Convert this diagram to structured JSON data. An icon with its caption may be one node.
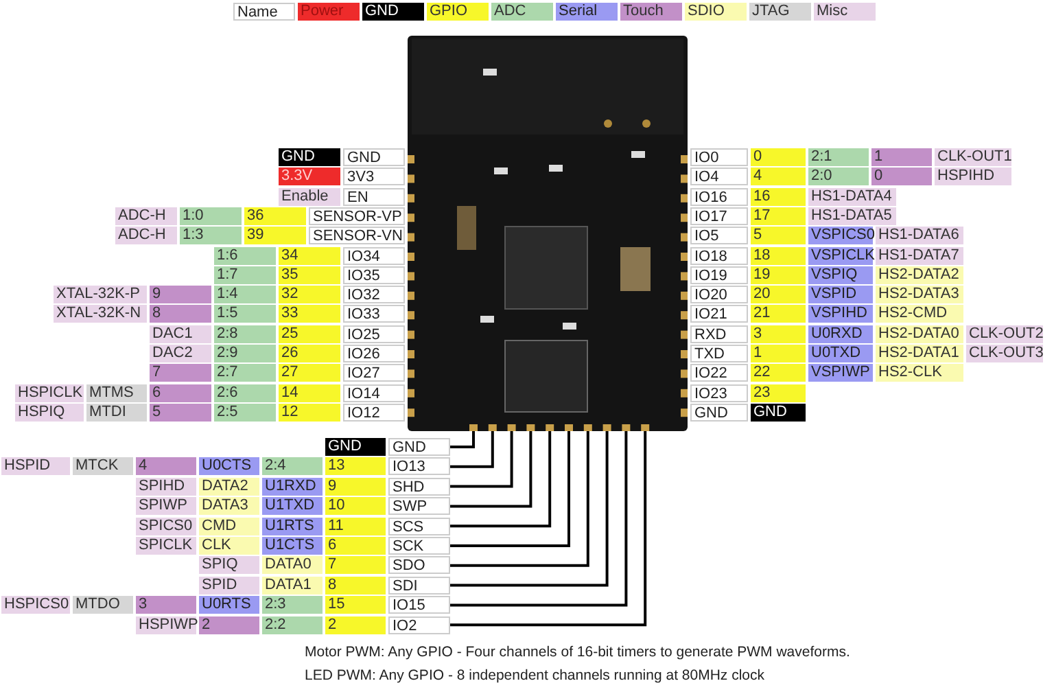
{
  "diagram": {
    "nodes": [
      {
        "text": [],
        "shape": "picture"
      },
      {
        "text": [
          "GND"
        ]
      },
      {
        "text": [
          "3V3"
        ]
      },
      {
        "text": [
          "EN"
        ]
      },
      {
        "text": [
          "SENSOR-VP"
        ]
      },
      {
        "text": [
          "SENSOR-VN"
        ]
      },
      {
        "text": [
          "IO34"
        ]
      },
      {
        "text": [
          "IO35"
        ]
      },
      {
        "text": [
          "IO32"
        ]
      },
      {
        "text": [
          "IO33"
        ]
      },
      {
        "text": [
          "IO25"
        ]
      },
      {
        "text": [
          "IO26"
        ]
      },
      {
        "text": [
          "IO27"
        ]
      },
      {
        "text": [
          "IO14"
        ]
      },
      {
        "text": [
          "IO12"
        ]
      },
      {
        "text": [
          "IO0"
        ]
      },
      {
        "text": [
          "IO4"
        ]
      },
      {
        "text": [
          "IO16"
        ]
      },
      {
        "text": [
          "IO17"
        ]
      },
      {
        "text": [
          "IO5"
        ]
      },
      {
        "text": [
          "IO18"
        ]
      },
      {
        "text": [
          "IO19"
        ]
      },
      {
        "text": [
          "IO20"
        ]
      },
      {
        "text": [
          "IO21"
        ]
      },
      {
        "text": [
          "RXD"
        ]
      },
      {
        "text": [
          "TXD"
        ]
      },
      {
        "text": [
          "IO22"
        ]
      },
      {
        "text": [
          "IO23"
        ]
      },
      {
        "text": [
          "GND"
        ]
      },
      {
        "text": [
          "GND"
        ]
      },
      {
        "text": [
          "IO13"
        ]
      },
      {
        "text": [
          "SHD"
        ]
      },
      {
        "text": [
          "SWP"
        ]
      },
      {
        "text": [
          "SCS"
        ]
      },
      {
        "text": [
          "SCK"
        ]
      },
      {
        "text": [
          "SDO"
        ]
      },
      {
        "text": [
          "SDI"
        ]
      },
      {
        "text": [
          "IO15"
        ]
      },
      {
        "text": [
          "IO2"
        ]
      }
    ],
    "edges": [
      {
        "from": 29,
        "to": 0,
        "arrow": "none"
      },
      {
        "from": 30,
        "to": 0,
        "arrow": "none"
      },
      {
        "from": 31,
        "to": 0,
        "arrow": "none"
      },
      {
        "from": 32,
        "to": 0,
        "arrow": "none"
      },
      {
        "from": 33,
        "to": 0,
        "arrow": "none"
      },
      {
        "from": 34,
        "to": 0,
        "arrow": "none"
      },
      {
        "from": 35,
        "to": 0,
        "arrow": "none"
      },
      {
        "from": 36,
        "to": 0,
        "arrow": "none"
      },
      {
        "from": 37,
        "to": 0,
        "arrow": "none"
      },
      {
        "from": 38,
        "to": 0,
        "arrow": "none"
      }
    ],
    "labels": [
      "GND",
      "3.3V",
      "Enable",
      "ADC-H",
      "1:0",
      "36",
      "ADC-H",
      "1:3",
      "39",
      "1:6",
      "34",
      "1:7",
      "35",
      "XTAL-32K-P",
      "9",
      "1:4",
      "32",
      "XTAL-32K-N",
      "8",
      "1:5",
      "33",
      "DAC1",
      "2:8",
      "25",
      "DAC2",
      "2:9",
      "26",
      "7",
      "2:7",
      "27",
      "HSPICLK",
      "MTMS",
      "6",
      "2:6",
      "14",
      "HSPIQ",
      "MTDI",
      "5",
      "2:5",
      "12",
      "0",
      "2:1",
      "1",
      "CLK-OUT1",
      "4",
      "2:0",
      "0",
      "HSPIHD",
      "16",
      "HS1-DATA4",
      "17",
      "HS1-DATA5",
      "5",
      "VSPICS0",
      "HS1-DATA6",
      "18",
      "VSPICLK",
      "HS1-DATA7",
      "19",
      "VSPIQ",
      "HS2-DATA2",
      "20",
      "VSPID",
      "HS2-DATA3",
      "21",
      "VSPIHD",
      "HS2-CMD",
      "3",
      "U0RXD",
      "HS2-DATA0",
      "CLK-OUT2",
      "1",
      "U0TXD",
      "HS2-DATA1",
      "CLK-OUT3",
      "22",
      "VSPIWP",
      "HS2-CLK",
      "23",
      "GND",
      "GND",
      "HSPID",
      "MTCK",
      "4",
      "U0CTS",
      "2:4",
      "13",
      "SPIHD",
      "DATA2",
      "U1RXD",
      "9",
      "SPIWP",
      "DATA3",
      "U1TXD",
      "10",
      "SPICS0",
      "CMD",
      "U1RTS",
      "11",
      "SPICLK",
      "CLK",
      "U1CTS",
      "6",
      "SPIQ",
      "DATA0",
      "7",
      "SPID",
      "DATA1",
      "8",
      "HSPICS0",
      "MTDO",
      "3",
      "U0RTS",
      "2:3",
      "15",
      "HSPIWP",
      "2",
      "2:2",
      "2",
      "Motor PWM: Any GPIO - Four channels of 16-bit timers to generate PWM waveforms.",
      "LED PWM: Any GPIO - 8 independent channels running at 80MHz clock"
    ],
    "legend": [
      {
        "text": "Name",
        "color": "#ffffff"
      },
      {
        "text": "Power",
        "color": "#ee2b2b"
      },
      {
        "text": "GND",
        "color": "#000000"
      },
      {
        "text": "GPIO",
        "color": "#f7f72a"
      },
      {
        "text": "ADC",
        "color": "#acd8ac"
      },
      {
        "text": "Serial",
        "color": "#9a9af2"
      },
      {
        "text": "Touch",
        "color": "#c290c8"
      },
      {
        "text": "SDIO",
        "color": "#fafab0"
      },
      {
        "text": "JTAG",
        "color": "#d6d6d6"
      },
      {
        "text": "Misc",
        "color": "#e8d4e8"
      }
    ]
  }
}
